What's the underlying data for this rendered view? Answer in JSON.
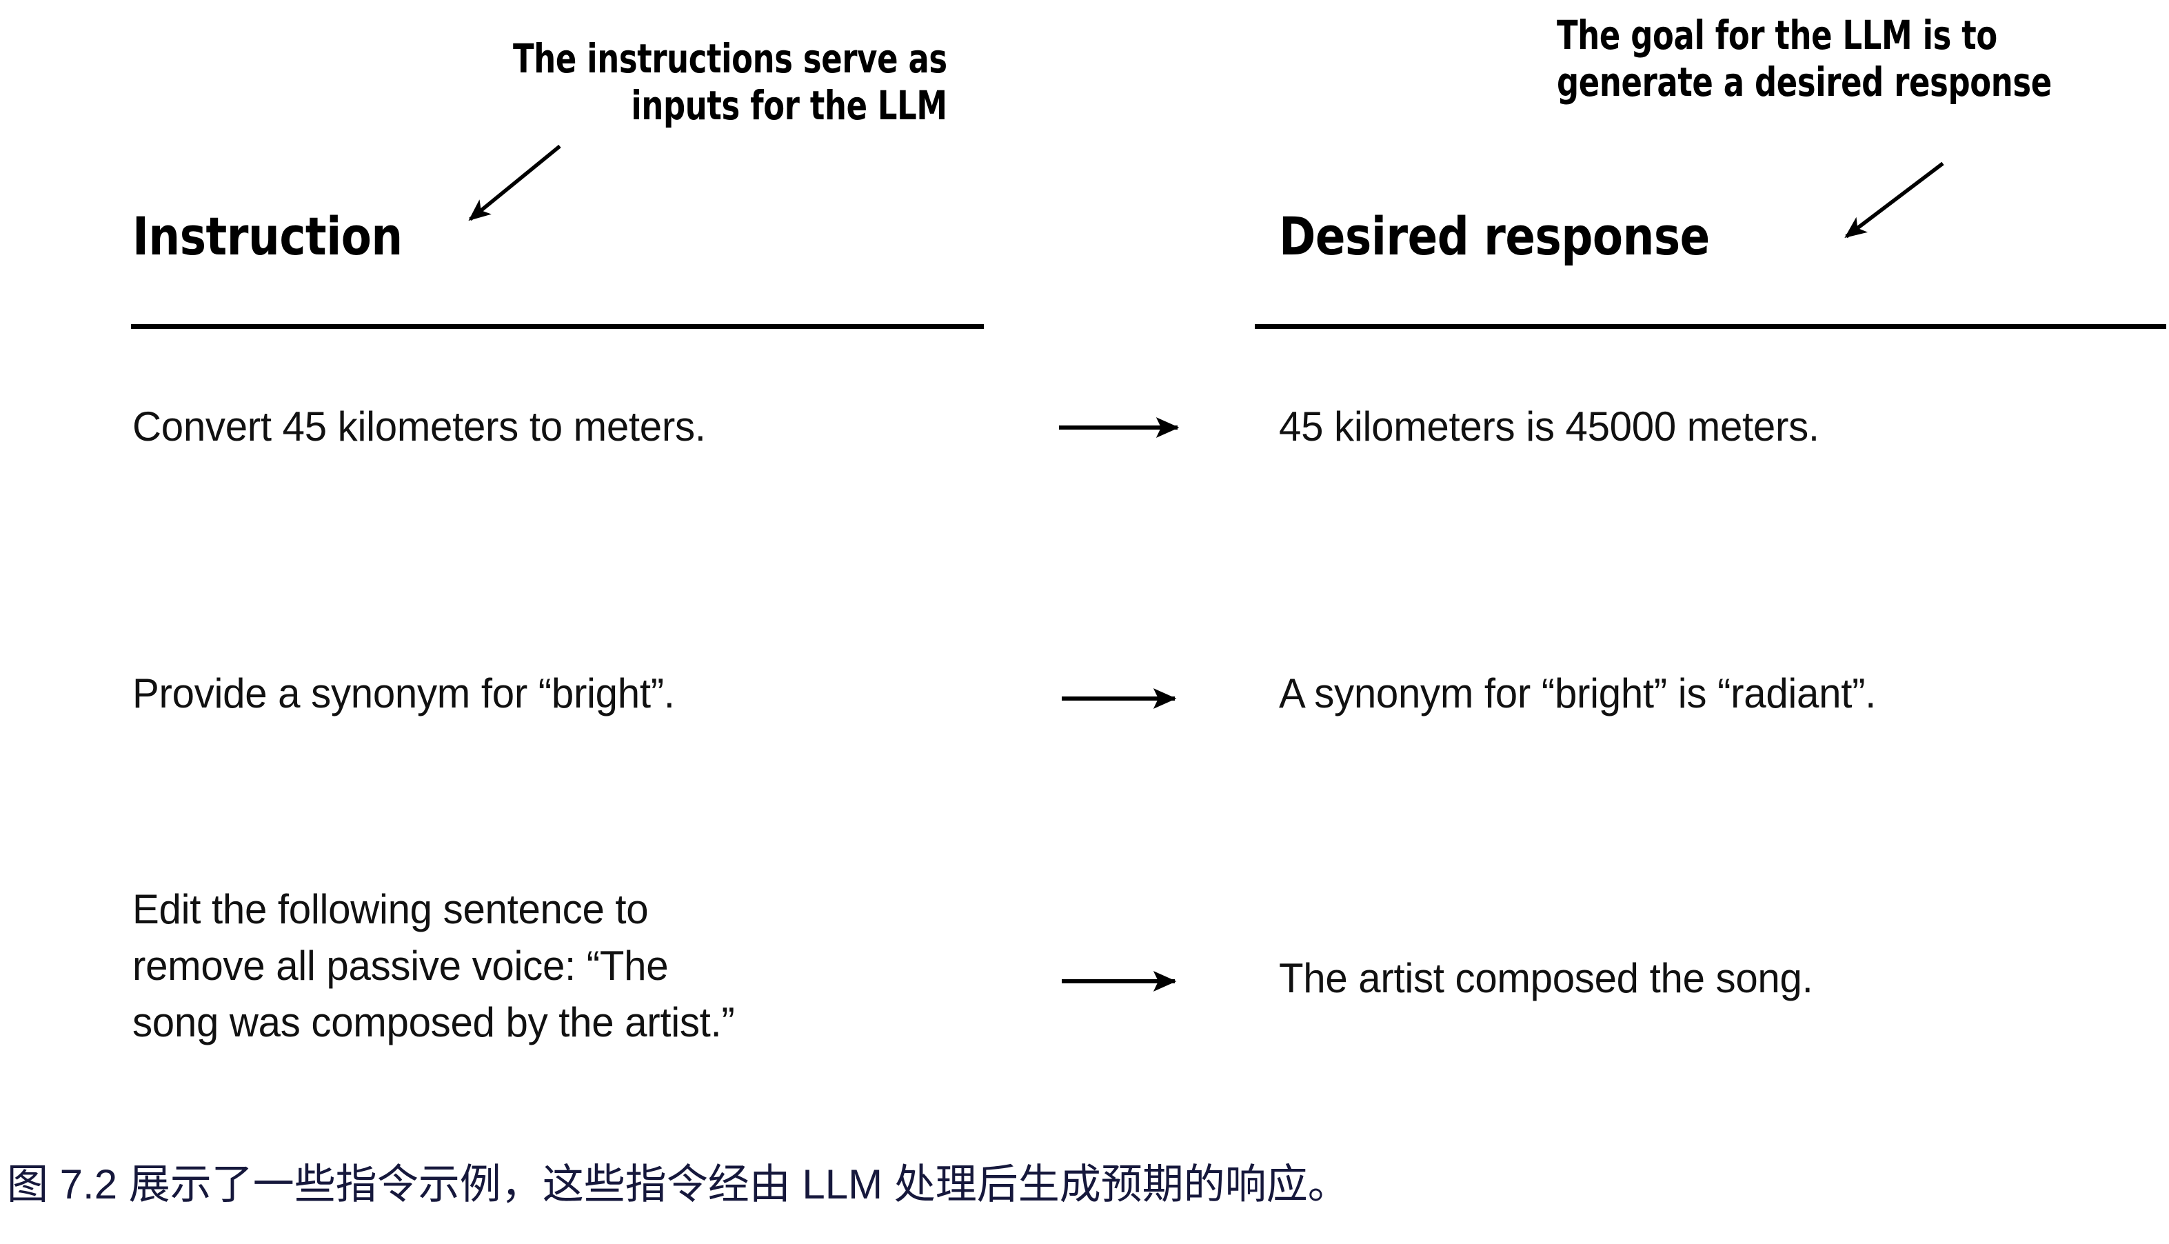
{
  "figure": {
    "annotations": [
      {
        "name": "instruction-callout",
        "lines": [
          "The instructions serve as",
          "inputs for the LLM"
        ],
        "points_to": "instruction-column-header"
      },
      {
        "name": "response-callout",
        "lines": [
          "The goal for the LLM is to",
          "generate a desired response"
        ],
        "points_to": "desired-response-column-header"
      }
    ],
    "columns": [
      {
        "name": "instruction",
        "header": "Instruction"
      },
      {
        "name": "desired-response",
        "header": "Desired response"
      }
    ],
    "rows": [
      {
        "instruction": "Convert 45 kilometers to meters.",
        "arrow": "right-arrow",
        "response": "45 kilometers is 45000 meters."
      },
      {
        "instruction": "Provide a synonym for “bright”.",
        "arrow": "right-arrow",
        "response": "A synonym for “bright” is “radiant”."
      },
      {
        "instruction": "Edit the following sentence to\nremove all passive voice: “The\nsong was composed by the artist.”",
        "arrow": "right-arrow",
        "response": "The artist composed the song."
      }
    ],
    "caption": "图 7.2 展示了一些指令示例，这些指令经由 LLM 处理后生成预期的响应。",
    "colors": {
      "background": "#ffffff",
      "text": "#111111",
      "rule": "#000000",
      "annotation": "#000000",
      "caption": "#16183c"
    }
  }
}
